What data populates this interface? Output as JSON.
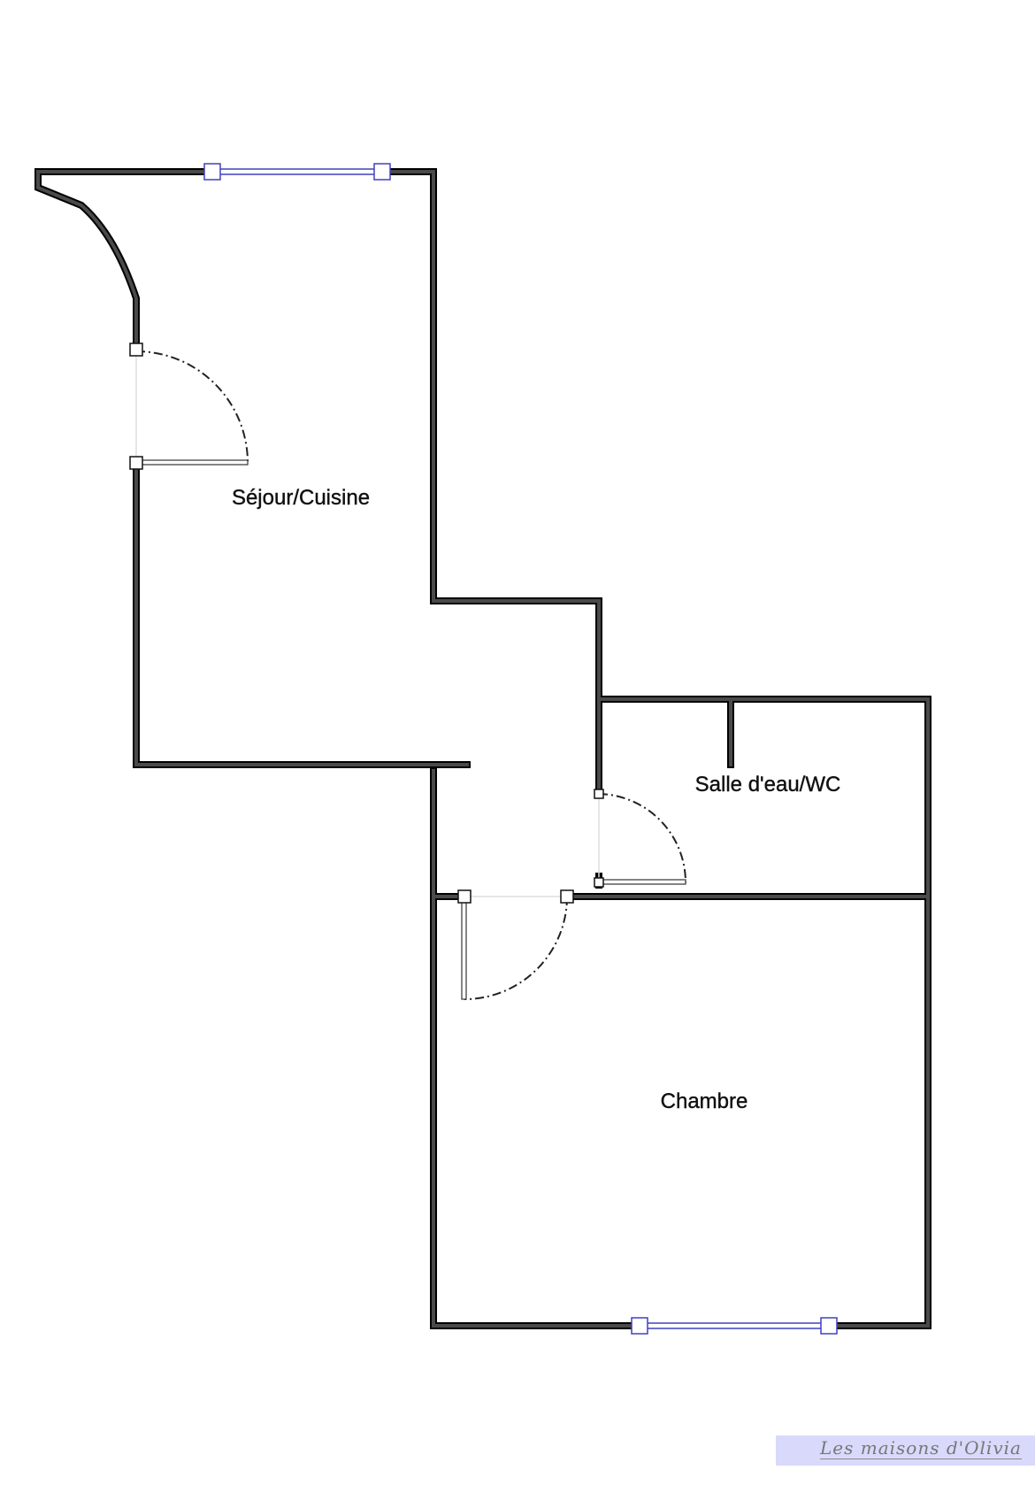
{
  "rooms": {
    "sejour": "Séjour/Cuisine",
    "salle": "Salle d'eau/WC",
    "chambre": "Chambre"
  },
  "logo": {
    "text": "Les maisons d'Olivia"
  },
  "colors": {
    "wall": "#4a4a4a",
    "window": "#4040c0",
    "logo_bg": "#d9d9fb"
  }
}
